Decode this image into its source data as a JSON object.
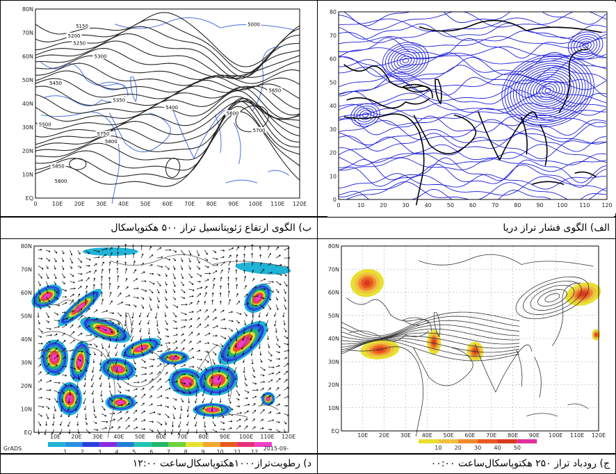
{
  "panels": {
    "top_left": {
      "caption": "ب) الگوی ارتفاع ژئوپتانسیل تراز ۵۰۰ هکتوپاسکال",
      "y_ticks": [
        "80N",
        "70N",
        "60N",
        "50N",
        "40N",
        "30N",
        "20N",
        "10N",
        "EQ"
      ],
      "x_ticks": [
        "0",
        "10E",
        "20E",
        "30E",
        "40E",
        "50E",
        "60E",
        "70E",
        "80E",
        "90E",
        "100E",
        "110E",
        "120E"
      ],
      "contour_labels": [
        "5150",
        "5200",
        "5250",
        "5300",
        "5000",
        "5450",
        "5350",
        "5400",
        "5500",
        "5750",
        "5800",
        "5700",
        "5600",
        "5650",
        "5850",
        "5800"
      ]
    },
    "top_right": {
      "caption": "الف) الگوی فشار تراز دریا",
      "y_ticks": [
        "80",
        "70",
        "60",
        "50",
        "40",
        "30",
        "20",
        "10",
        "0"
      ],
      "x_ticks": [
        "0",
        "10",
        "20",
        "30",
        "40",
        "50",
        "60",
        "70",
        "80",
        "90",
        "100",
        "110",
        "120"
      ]
    },
    "bottom_left": {
      "caption": "د) رطوبت‌تراز۱۰۰۰هکتوپاسکال‌ساعت ۱۲:۰۰",
      "y_ticks": [
        "80N",
        "70N",
        "60N",
        "50N",
        "40N",
        "30N",
        "20N",
        "10N",
        "EQ"
      ],
      "x_ticks": [
        "10E",
        "20E",
        "30E",
        "40E",
        "50E",
        "60E",
        "70E",
        "80E",
        "90E",
        "100E",
        "110E",
        "120E"
      ],
      "colorbar_labels": [
        "1",
        "2",
        "3",
        "4",
        "5",
        "6",
        "7",
        "8",
        "9",
        "10",
        "11",
        "12"
      ],
      "footer_left": "GrADS",
      "footer_right": "2015-09-"
    },
    "bottom_right": {
      "caption": "ج) رودباد تراز ۲۵۰ هکتوپاسکال‌ساعت ۰۰:۰۰",
      "y_ticks": [
        "80N",
        "70N",
        "60N",
        "50N",
        "40N",
        "30N",
        "20N",
        "10N",
        "EQ"
      ],
      "x_ticks": [
        "10E",
        "20E",
        "30E",
        "40E",
        "50E",
        "60E",
        "70E",
        "80E",
        "90E",
        "100E",
        "110E",
        "120E"
      ],
      "colorbar_labels": [
        "10",
        "20",
        "30",
        "40",
        "50"
      ]
    }
  },
  "colors": {
    "contour_black": "#222222",
    "contour_blue": "#1a1adc",
    "coast_blue": "#4a6fe0",
    "humidity_scale": [
      "#1fb4d8",
      "#2a8fe0",
      "#2a3fe0",
      "#8a2be2",
      "#1f7fd4",
      "#22c4b4",
      "#22b86a",
      "#6ad43a",
      "#e8e030",
      "#f0a830",
      "#e85a20",
      "#e8307a",
      "#f040c8"
    ],
    "jet_scale": [
      "#e8e030",
      "#f0c040",
      "#f08a30",
      "#e85a20",
      "#d83a20",
      "#e030a0"
    ]
  }
}
